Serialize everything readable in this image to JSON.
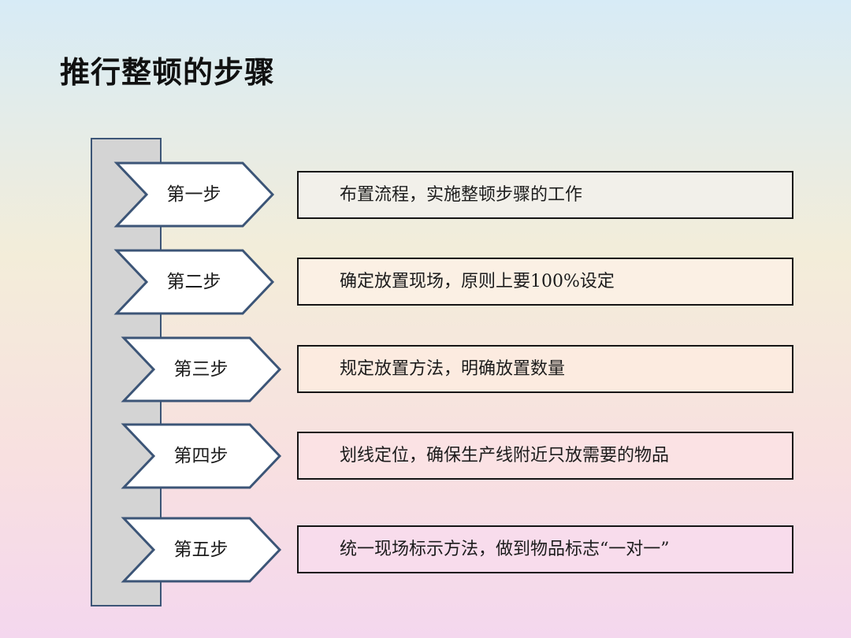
{
  "title": "推行整顿的步骤",
  "steps": [
    {
      "label": "第一步",
      "text": "布置流程，实施整顿步骤的工作",
      "box_color": "#f2f0ea"
    },
    {
      "label": "第二步",
      "text": "确定放置现场，原则上要100%设定",
      "box_color": "#fbf0e4"
    },
    {
      "label": "第三步",
      "text": "规定放置方法，明确放置数量",
      "box_color": "#fcebe0"
    },
    {
      "label": "第四步",
      "text": "划线定位，确保生产线附近只放需要的物品",
      "box_color": "#fbe2e4"
    },
    {
      "label": "第五步",
      "text": "统一现场标示方法，做到物品标志“一对一”",
      "box_color": "#f8dcec"
    }
  ],
  "colors": {
    "chevron_fill": "#ffffff",
    "chevron_outline": "#3c5577",
    "spine_fill": "#d4d4d4",
    "box_border": "#151515"
  }
}
